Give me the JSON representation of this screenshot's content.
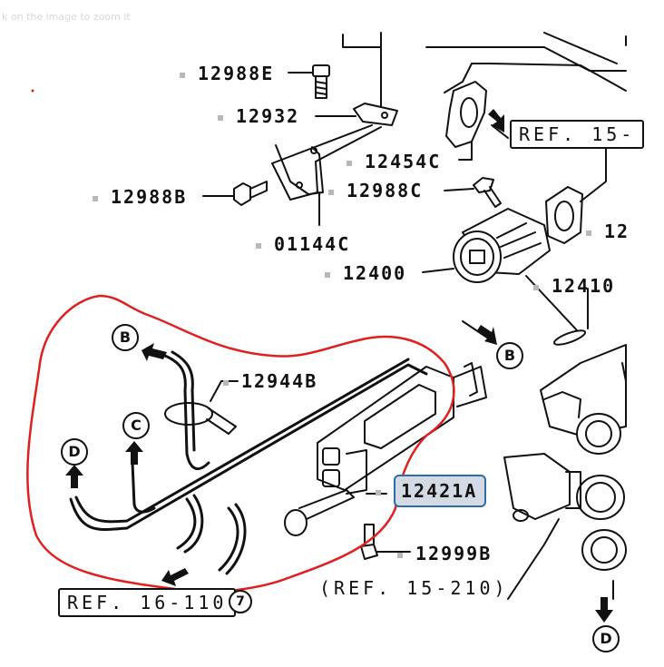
{
  "hint": "k on the image to zoom it",
  "colors": {
    "highlight_fill": "#d3dae3",
    "highlight_border": "#2c6ea6",
    "selection": "#e02020",
    "ink": "#111111"
  },
  "parts": {
    "p12988E": "12988E",
    "p12932": "12932",
    "p12454C": "12454C",
    "p12988B": "12988B",
    "p12988C": "12988C",
    "p01144C": "01144C",
    "p12400": "12400",
    "p12410": "12410",
    "p12944B": "12944B",
    "p12421A": "12421A",
    "p12999B": "12999B",
    "p12_edge": "12"
  },
  "refs": {
    "ref15_top": "REF. 15-",
    "ref15_210": "(REF. 15-210)",
    "ref16_110": "REF. 16-110"
  },
  "markers": {
    "b1": "B",
    "b2": "B",
    "c": "C",
    "d1": "D",
    "d2": "D",
    "ref_circle": "7"
  }
}
